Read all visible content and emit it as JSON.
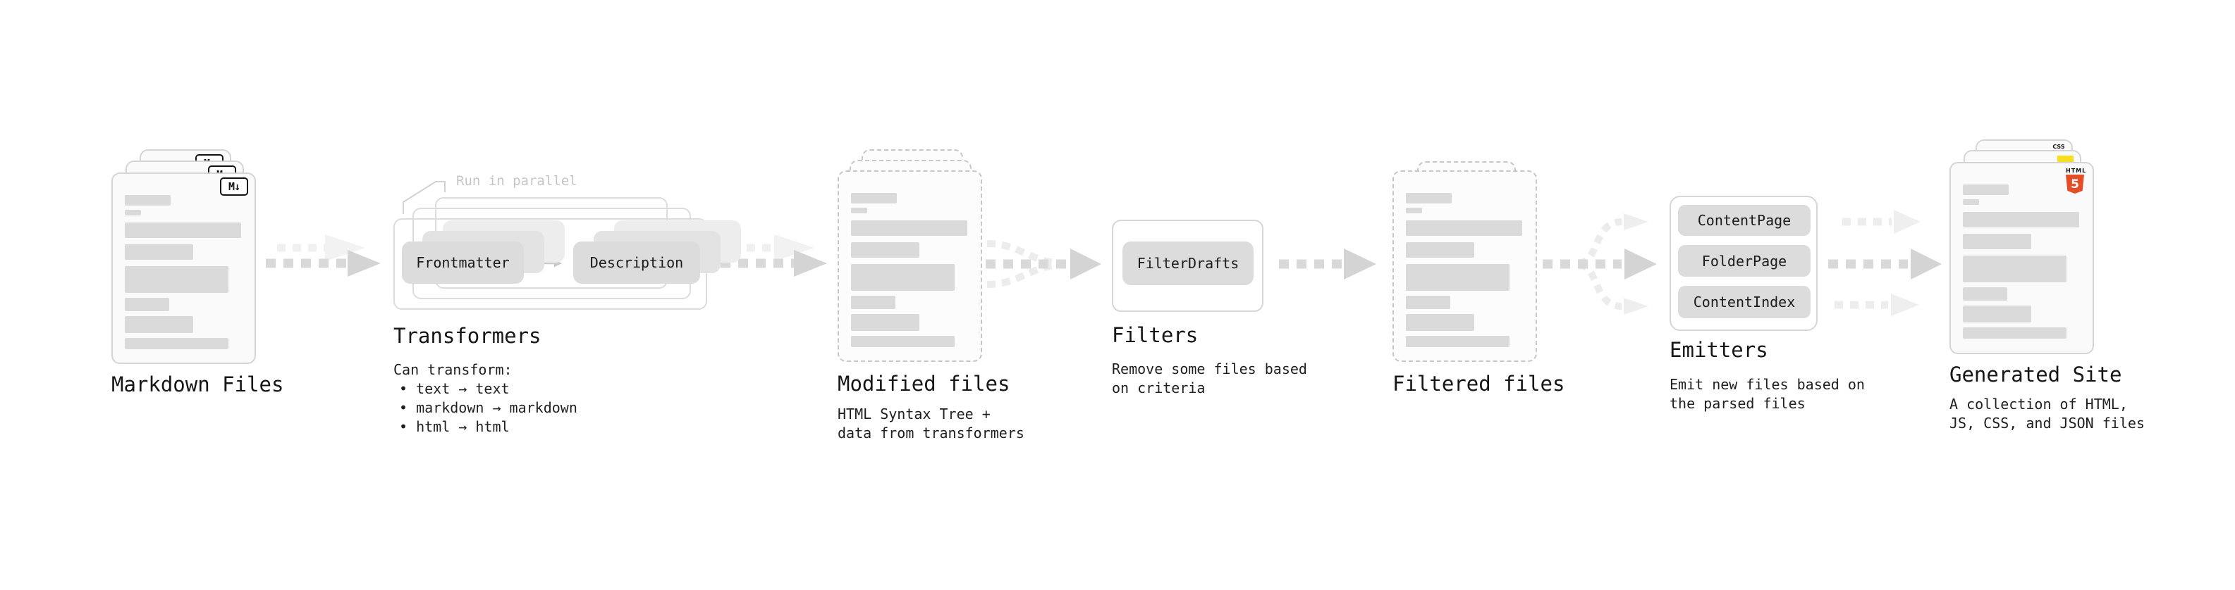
{
  "stages": {
    "markdown_files": {
      "label": "Markdown Files",
      "badge": "M↓"
    },
    "transformers": {
      "label": "Transformers",
      "annotation": "Run in parallel",
      "pill_left": "Frontmatter",
      "pill_right": "Description",
      "caption_heading": "Can transform:",
      "bullets": [
        "• text → text",
        "• markdown → markdown",
        "• html → html"
      ]
    },
    "modified_files": {
      "label": "Modified files",
      "caption_lines": [
        "HTML Syntax Tree +",
        "data from transformers"
      ]
    },
    "filters": {
      "label": "Filters",
      "pill": "FilterDrafts",
      "caption_lines": [
        "Remove some files based",
        "on criteria"
      ]
    },
    "filtered_files": {
      "label": "Filtered files"
    },
    "emitters": {
      "label": "Emitters",
      "pills": [
        "ContentPage",
        "FolderPage",
        "ContentIndex"
      ],
      "caption_lines": [
        "Emit new files based on",
        "the parsed files"
      ]
    },
    "generated_site": {
      "label": "Generated Site",
      "caption_lines": [
        "A collection of HTML,",
        "JS, CSS, and JSON files"
      ],
      "badges": {
        "css": "CSS",
        "html5_label": "HTML",
        "html5_number": "5"
      }
    }
  },
  "colors": {
    "html5_orange": "#e44d26",
    "js_yellow": "#f7df1e",
    "css_blue": "#2962f1",
    "arrow_gray": "#d9d9d9",
    "arrow_faint": "#efefef"
  }
}
